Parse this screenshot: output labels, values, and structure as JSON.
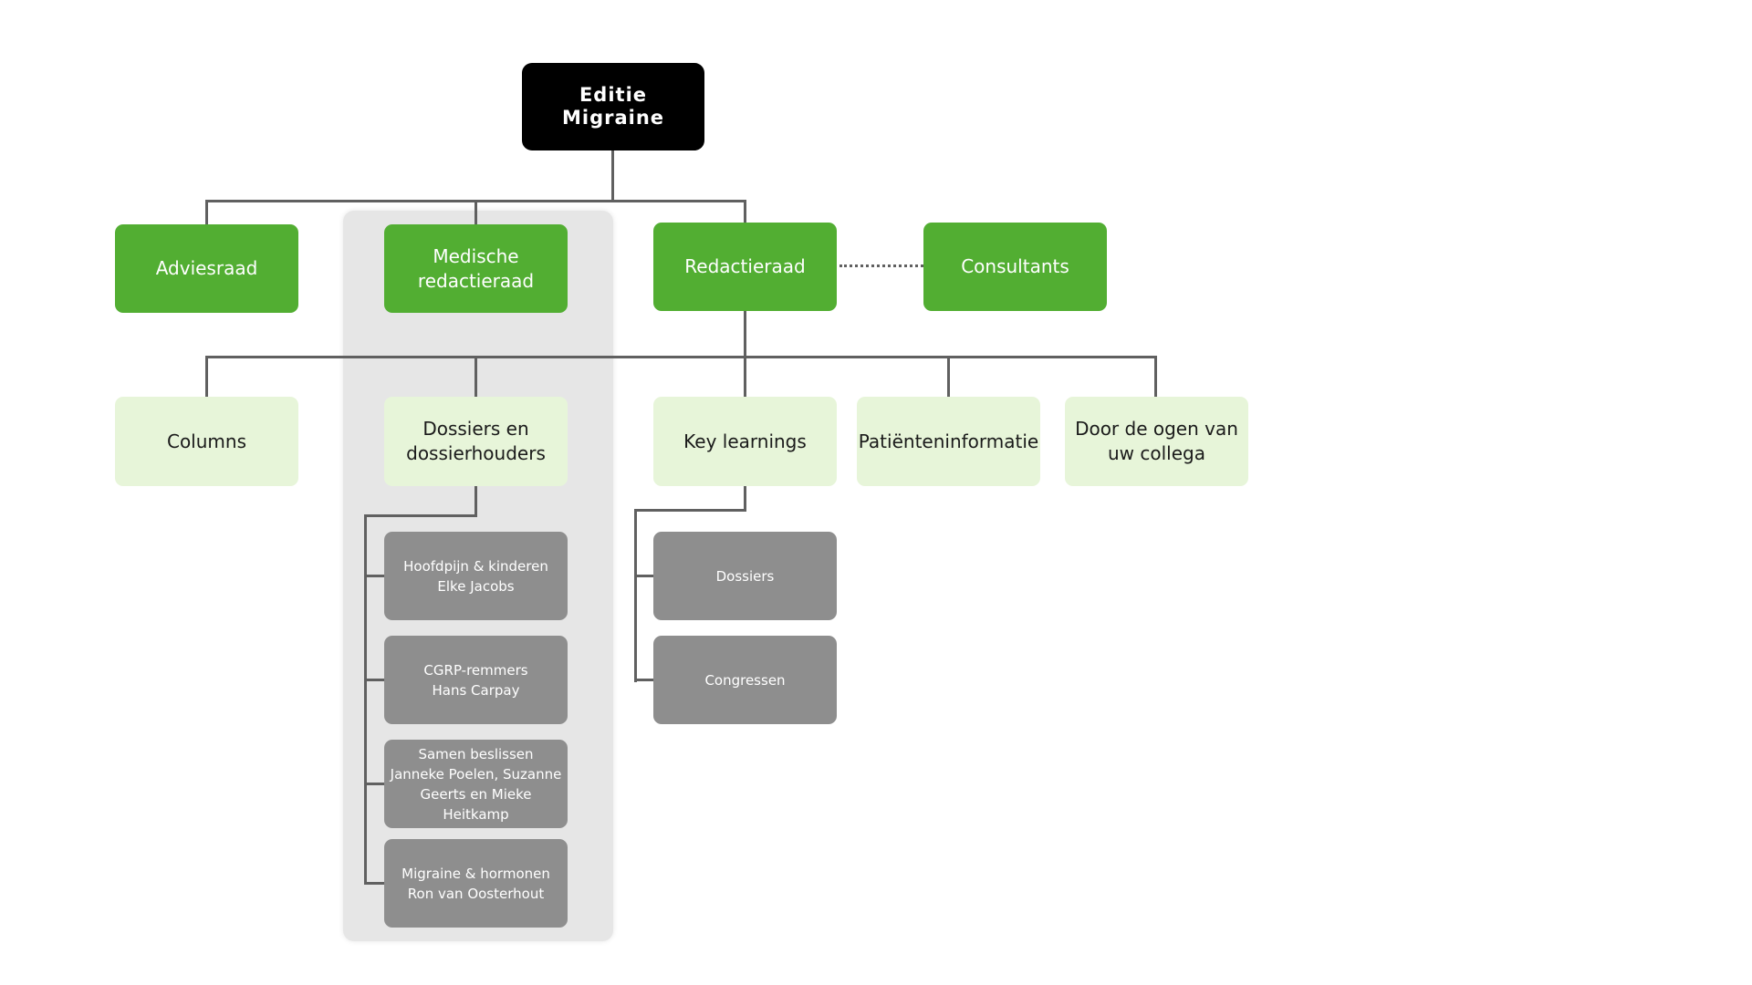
{
  "root": {
    "label": "Editie\nMigraine"
  },
  "level1": {
    "adviesraad": "Adviesraad",
    "medische_redactieraad": "Medische\nredactieraad",
    "redactieraad": "Redactieraad",
    "consultants": "Consultants"
  },
  "level2": {
    "columns": "Columns",
    "dossiers_en_dossierhouders": "Dossiers en\ndossierhouders",
    "key_learnings": "Key learnings",
    "patienteninformatie": "Patiënteninformatie",
    "door_de_ogen": "Door de ogen van\nuw collega"
  },
  "dossierhouders": [
    {
      "label": "Hoofdpijn & kinderen\nElke Jacobs"
    },
    {
      "label": "CGRP-remmers\nHans Carpay"
    },
    {
      "label": "Samen beslissen\nJanneke Poelen, Suzanne\nGeerts en Mieke Heitkamp"
    },
    {
      "label": "Migraine & hormonen\nRon van Oosterhout"
    }
  ],
  "key_learnings_children": [
    {
      "label": "Dossiers"
    },
    {
      "label": "Congressen"
    }
  ],
  "colors": {
    "root": "#000000",
    "green": "#52ae32",
    "light_green": "#e7f5d9",
    "grey": "#8e8e8e",
    "band": "#e6e6e6",
    "connector": "#606060"
  }
}
